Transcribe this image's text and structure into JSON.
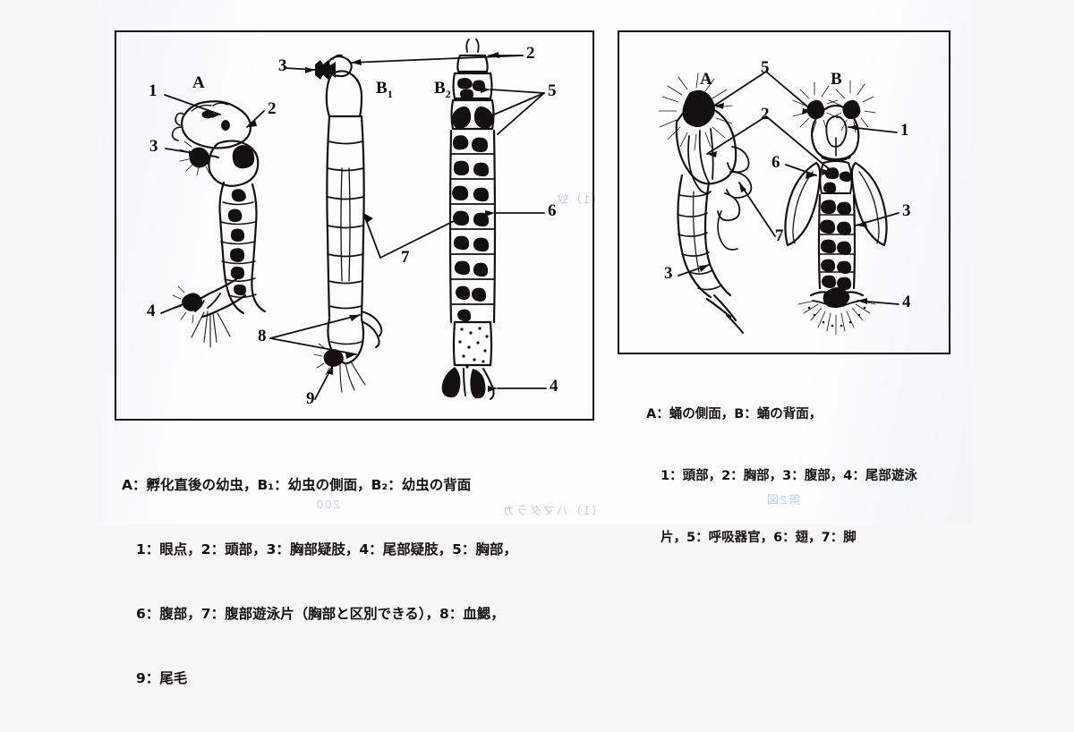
{
  "figure": {
    "title_absent": true,
    "panels": [
      {
        "id": "left",
        "name": "larva-panel",
        "part_letters": [
          {
            "key": "A",
            "label": "A"
          },
          {
            "key": "B1",
            "label": "B",
            "sub": "1"
          },
          {
            "key": "B2",
            "label": "B",
            "sub": "2"
          }
        ],
        "callouts": [
          "1",
          "2",
          "3",
          "2",
          "3",
          "2",
          "5",
          "7",
          "6",
          "4",
          "8",
          "9",
          "4"
        ]
      },
      {
        "id": "right",
        "name": "pupa-panel",
        "part_letters": [
          {
            "key": "A",
            "label": "A"
          },
          {
            "key": "B",
            "label": "B"
          }
        ],
        "callouts": [
          "5",
          "1",
          "2",
          "6",
          "3",
          "7",
          "4"
        ]
      }
    ]
  },
  "left_panel": {
    "letter_a": "A",
    "letter_b1_base": "B",
    "letter_b1_sub": "1",
    "letter_b2_base": "B",
    "letter_b2_sub": "2",
    "callout_a_1": "1",
    "callout_a_2": "2",
    "callout_a_3": "3",
    "callout_a_4": "4",
    "callout_b1_2": "2",
    "callout_b1_3": "3",
    "callout_b1_7": "7",
    "callout_b1_8": "8",
    "callout_b1_9": "9",
    "callout_b2_2": "2",
    "callout_b2_5": "5",
    "callout_b2_6": "6",
    "callout_b2_4": "4"
  },
  "right_panel": {
    "letter_a": "A",
    "letter_b": "B",
    "callout_5": "5",
    "callout_1": "1",
    "callout_2": "2",
    "callout_6": "6",
    "callout_3_left": "3",
    "callout_3_right": "3",
    "callout_7": "7",
    "callout_4": "4"
  },
  "caption_left": {
    "line1": "A：孵化直後の幼虫，B₁：幼虫の側面，B₂：幼虫の背面",
    "line2": "1：眼点，2：頭部，3：胸部疑肢，4：尾部疑肢，5：胸部，",
    "line3": "6：腹部，7：腹部遊泳片（胸部と区別できる），8：血鰓，",
    "line4": "9：尾毛"
  },
  "caption_right": {
    "line1": "A：蛹の側面，B：蛹の背面，",
    "line2": "1：頭部，2：胸部，3：腹部，4：尾部遊泳",
    "line3": "片，5：呼吸器官，6：翅，7：脚"
  },
  "bleed_through": {
    "t1": "（1）蚊",
    "t2": "200",
    "t3": "（1）ハマダラカ",
    "t4": "第2図"
  },
  "colors": {
    "ink": "#131110",
    "paper": "#fdfdfd",
    "backdrop": "#f7f7f7",
    "bleed_blue": "#b9c9de"
  }
}
